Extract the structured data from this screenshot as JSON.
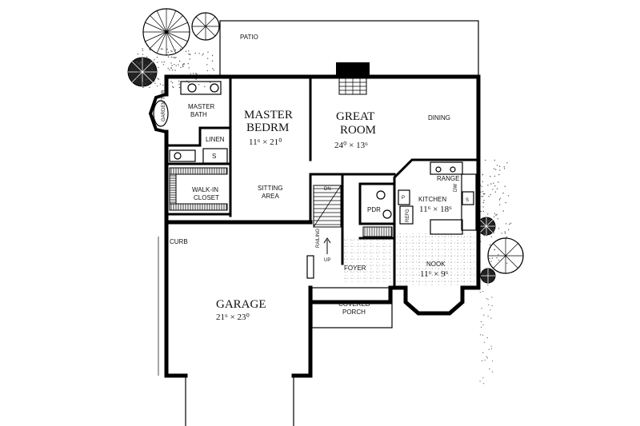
{
  "rooms": {
    "patio": "PATIO",
    "master_bedrm_1": "MASTER",
    "master_bedrm_2": "BEDRM",
    "master_bedrm_dims": "11⁶ × 21⁰",
    "master_bath_1": "MASTER",
    "master_bath_2": "BATH",
    "garden_tub": "GARDEN TUB",
    "linen": "LINEN",
    "walkin_1": "WALK-IN",
    "walkin_2": "CLOSET",
    "sitting_1": "SITTING",
    "sitting_2": "AREA",
    "great_room_1": "GREAT",
    "great_room_2": "ROOM",
    "great_room_dims": "24⁰ × 13⁶",
    "dining": "DINING",
    "kitchen": "KITCHEN",
    "kitchen_dims": "11⁶ × 18⁶",
    "range": "RANGE",
    "dw": "DW",
    "pdr": "PDR",
    "refg": "REFG",
    "p": "P",
    "s": "S",
    "dn": "DN",
    "up": "UP",
    "railing": "RAILING",
    "foyer": "FOYER",
    "nook": "NOOK",
    "nook_dims": "11⁶ × 9⁶",
    "covered_porch_1": "COVERED",
    "covered_porch_2": "PORCH",
    "garage": "GARAGE",
    "garage_dims": "21⁶ × 23⁰",
    "curb": "CURB"
  }
}
